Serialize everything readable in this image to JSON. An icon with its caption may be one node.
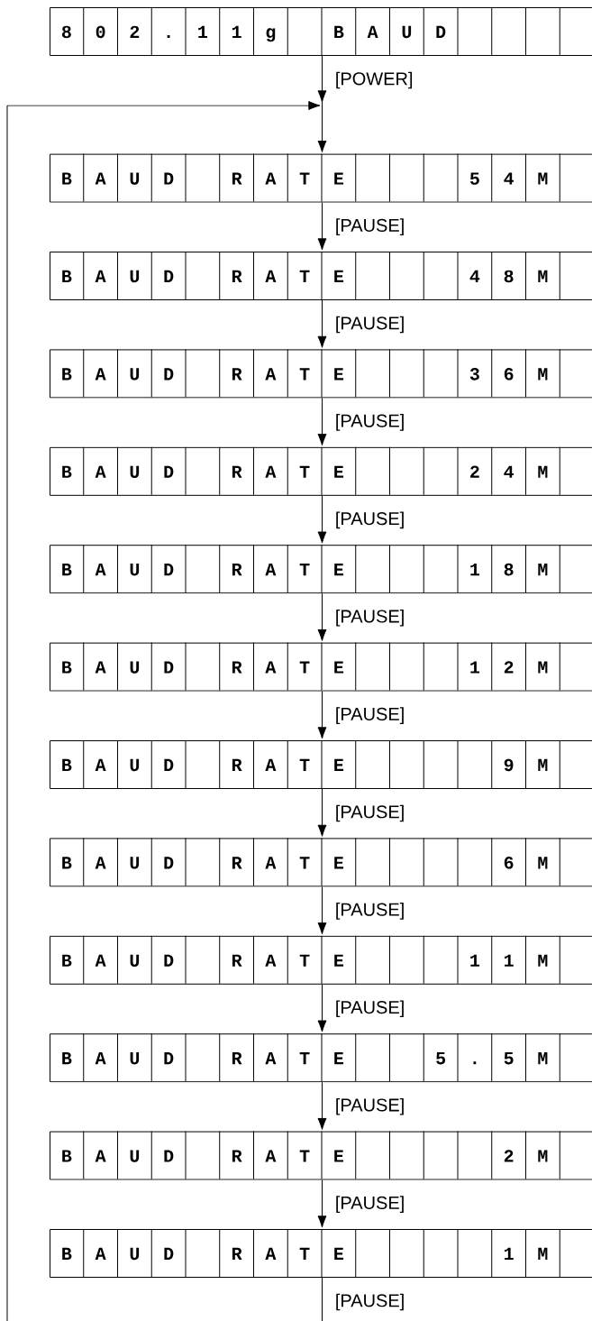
{
  "diagram": {
    "nodes": [
      {
        "text": [
          "8",
          "0",
          "2",
          ".",
          "1",
          "1",
          "g",
          "B",
          "A",
          "U",
          "D"
        ]
      },
      {
        "text": [
          "B",
          "A",
          "U",
          "D",
          "R",
          "A",
          "T",
          "E",
          "5",
          "4",
          "M"
        ]
      },
      {
        "text": [
          "B",
          "A",
          "U",
          "D",
          "R",
          "A",
          "T",
          "E",
          "4",
          "8",
          "M"
        ]
      },
      {
        "text": [
          "B",
          "A",
          "U",
          "D",
          "R",
          "A",
          "T",
          "E",
          "3",
          "6",
          "M"
        ]
      },
      {
        "text": [
          "B",
          "A",
          "U",
          "D",
          "R",
          "A",
          "T",
          "E",
          "2",
          "4",
          "M"
        ]
      },
      {
        "text": [
          "B",
          "A",
          "U",
          "D",
          "R",
          "A",
          "T",
          "E",
          "1",
          "8",
          "M"
        ]
      },
      {
        "text": [
          "B",
          "A",
          "U",
          "D",
          "R",
          "A",
          "T",
          "E",
          "1",
          "2",
          "M"
        ]
      },
      {
        "text": [
          "B",
          "A",
          "U",
          "D",
          "R",
          "A",
          "T",
          "E",
          "9",
          "M"
        ]
      },
      {
        "text": [
          "B",
          "A",
          "U",
          "D",
          "R",
          "A",
          "T",
          "E",
          "6",
          "M"
        ]
      },
      {
        "text": [
          "B",
          "A",
          "U",
          "D",
          "R",
          "A",
          "T",
          "E",
          "1",
          "1",
          "M"
        ]
      },
      {
        "text": [
          "B",
          "A",
          "U",
          "D",
          "R",
          "A",
          "T",
          "E",
          "5",
          ".",
          "5",
          "M"
        ]
      },
      {
        "text": [
          "B",
          "A",
          "U",
          "D",
          "R",
          "A",
          "T",
          "E",
          "2",
          "M"
        ]
      },
      {
        "text": [
          "B",
          "A",
          "U",
          "D",
          "R",
          "A",
          "T",
          "E",
          "1",
          "M"
        ]
      }
    ],
    "edges": [
      {
        "from": 0,
        "to": 1,
        "arrow": "to",
        "label": "[POWER]"
      },
      {
        "from": 1,
        "to": 2,
        "arrow": "to",
        "label": "[PAUSE]"
      },
      {
        "from": 2,
        "to": 3,
        "arrow": "to",
        "label": "[PAUSE]"
      },
      {
        "from": 3,
        "to": 4,
        "arrow": "to",
        "label": "[PAUSE]"
      },
      {
        "from": 4,
        "to": 5,
        "arrow": "to",
        "label": "[PAUSE]"
      },
      {
        "from": 5,
        "to": 6,
        "arrow": "to",
        "label": "[PAUSE]"
      },
      {
        "from": 6,
        "to": 7,
        "arrow": "to",
        "label": "[PAUSE]"
      },
      {
        "from": 7,
        "to": 8,
        "arrow": "to",
        "label": "[PAUSE]"
      },
      {
        "from": 8,
        "to": 9,
        "arrow": "to",
        "label": "[PAUSE]"
      },
      {
        "from": 9,
        "to": 10,
        "arrow": "to",
        "label": "[PAUSE]"
      },
      {
        "from": 10,
        "to": 11,
        "arrow": "to",
        "label": "[PAUSE]"
      },
      {
        "from": 11,
        "to": 12,
        "arrow": "to",
        "label": "[PAUSE]"
      },
      {
        "from": 12,
        "to": 1,
        "arrow": "to",
        "label": "[PAUSE]"
      }
    ]
  }
}
